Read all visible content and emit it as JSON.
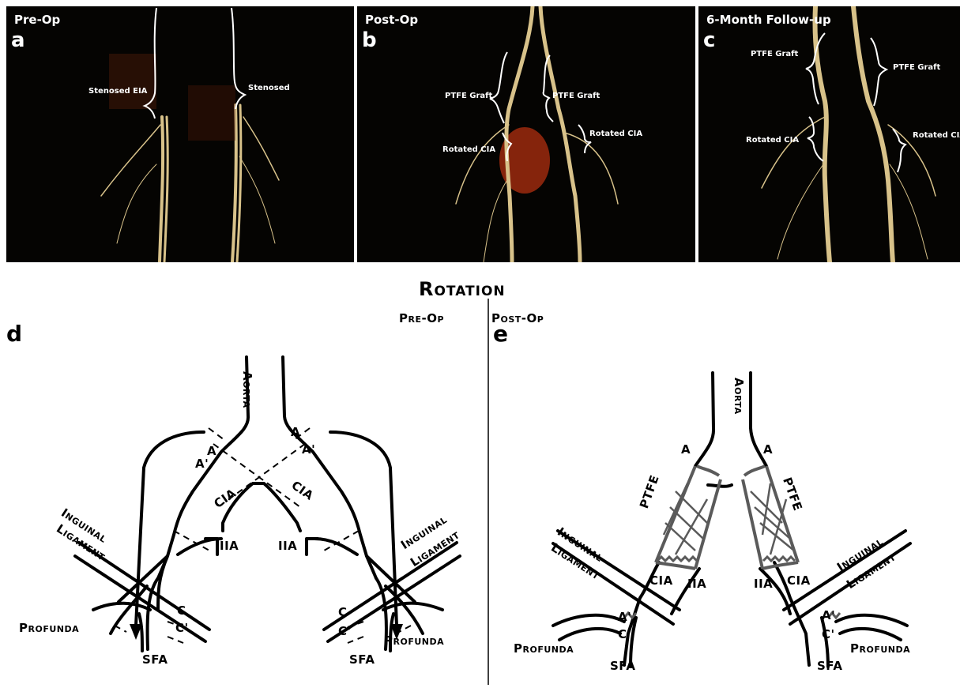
{
  "panels": {
    "a": {
      "title": "Pre-Op",
      "letter": "a",
      "labels": [
        "Stenosed EIA",
        "Stenosed"
      ]
    },
    "b": {
      "title": "Post-Op",
      "letter": "b",
      "labels": [
        "PTFE Graft",
        "PTFE Graft",
        "Rotated CIA",
        "Rotated CIA"
      ]
    },
    "c": {
      "title": "6-Month Follow-up",
      "letter": "c",
      "labels": [
        "PTFE Graft",
        "PTFE Graft",
        "Rotated CIA",
        "Rotated CIA"
      ]
    }
  },
  "diagram": {
    "heading": "Rotation",
    "pre_label": "Pre-Op",
    "post_label": "Post-Op",
    "letter_d": "d",
    "letter_e": "e",
    "left": {
      "aorta": "Aorta",
      "cia_left": "CIA",
      "cia_right": "CIA",
      "iia_left": "IIA",
      "iia_right": "IIA",
      "a_left": "A",
      "a_prime_left": "A'",
      "a_right": "A",
      "a_prime_right": "A'",
      "c_left": "C",
      "c_prime_left": "C'",
      "c_right": "C",
      "c_prime_right": "C'",
      "inguinal_left_1": "Inguinal",
      "inguinal_left_2": "Ligament",
      "inguinal_right_1": "Inguinal",
      "inguinal_right_2": "Ligament",
      "profunda_left": "Profunda",
      "profunda_right": "Profunda",
      "sfa_left": "SFA",
      "sfa_right": "SFA"
    },
    "right": {
      "aorta": "Aorta",
      "a_left": "A",
      "a_right": "A",
      "ptfe_left": "PTFE",
      "ptfe_right": "PTFE",
      "cia_left": "CIA",
      "cia_right": "CIA",
      "iia_left": "IIA",
      "iia_right": "IIA",
      "a_prime_left": "A'",
      "c_prime_left": "C'",
      "a_prime_right": "A'",
      "c_prime_right": "C'",
      "inguinal_left_1": "Inguinal",
      "inguinal_left_2": "Ligament",
      "inguinal_right_1": "Inguinal",
      "inguinal_right_2": "Ligament",
      "profunda_left": "Profunda",
      "profunda_right": "Profunda",
      "sfa_left": "SFA",
      "sfa_right": "SFA"
    }
  },
  "colors": {
    "panel_bg": "#050402",
    "vessel": "#d8c28a",
    "graft_gray": "#5a5a5a"
  }
}
